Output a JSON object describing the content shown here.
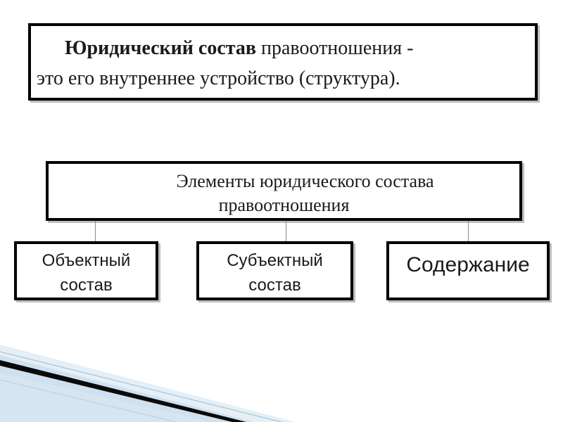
{
  "definition": {
    "term": "Юридический состав",
    "rest_line1": "правоотношения -",
    "line2": "это его внутреннее устройство (структура)."
  },
  "hierarchy": {
    "root": {
      "line1": "Элементы юридического состава",
      "line2": "правоотношения"
    },
    "children": [
      {
        "line1": "Объектный",
        "line2": "состав"
      },
      {
        "line1": "Субъектный",
        "line2": "состав"
      },
      {
        "line1": "Содержание"
      }
    ]
  },
  "colors": {
    "border": "#000000",
    "text": "#1a1a1a",
    "connector": "#8a8a8a",
    "decor_light": "#dbe9f3",
    "decor_dark": "#0a0a0a"
  }
}
